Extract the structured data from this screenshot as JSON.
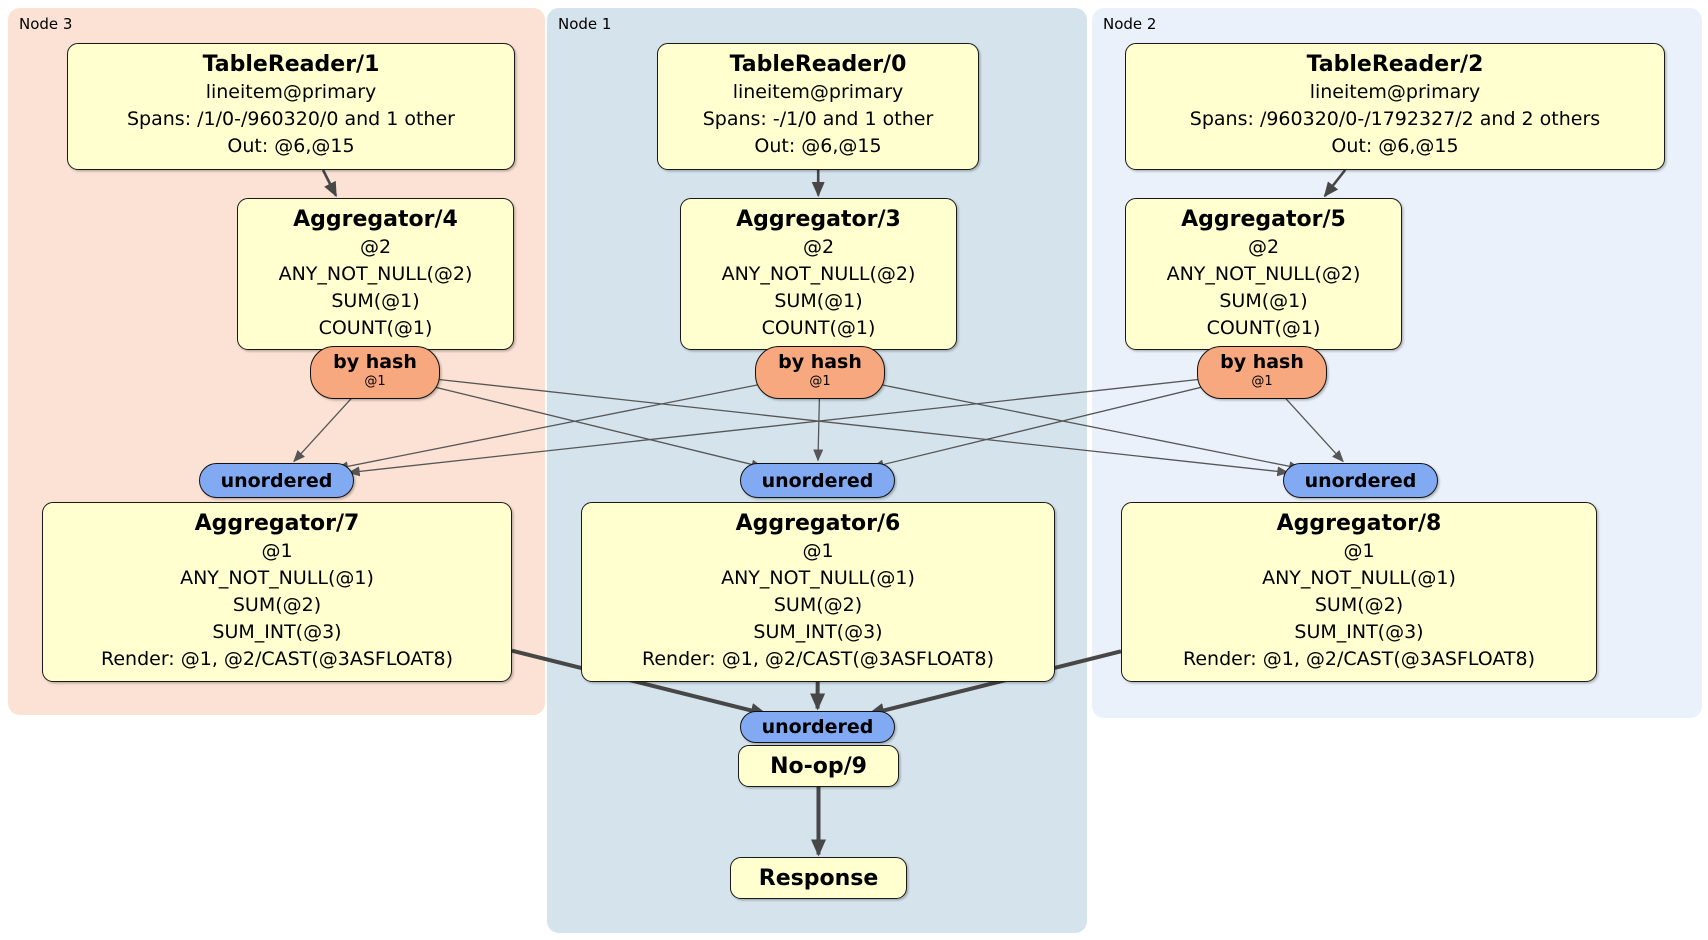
{
  "diagram": {
    "palette": {
      "processor_fill": "#ffffcf",
      "router_fill": "#f7a87e",
      "sync_fill": "#81aaf3",
      "region_node3_fill": "#fce2d4",
      "region_node1_fill": "#d5e3ec",
      "region_node2_fill": "#ebf1fa",
      "edge_color": "#474747"
    },
    "regions": [
      {
        "id": "node3",
        "label": "Node 3",
        "bg": "#fce2d4"
      },
      {
        "id": "node1",
        "label": "Node 1",
        "bg": "#d5e3ec"
      },
      {
        "id": "node2",
        "label": "Node 2",
        "bg": "#ebf1fa"
      }
    ],
    "processors": [
      {
        "id": "tr1",
        "region": "node3",
        "title": "TableReader/1",
        "lines": [
          "lineitem@primary",
          "Spans: /1/0-/960320/0 and 1 other",
          "Out: @6,@15"
        ]
      },
      {
        "id": "agg4",
        "region": "node3",
        "title": "Aggregator/4",
        "lines": [
          "@2",
          "ANY_NOT_NULL(@2)",
          "SUM(@1)",
          "COUNT(@1)"
        ]
      },
      {
        "id": "agg7",
        "region": "node3",
        "title": "Aggregator/7",
        "lines": [
          "@1",
          "ANY_NOT_NULL(@1)",
          "SUM(@2)",
          "SUM_INT(@3)",
          "Render: @1, @2/CAST(@3ASFLOAT8)"
        ]
      },
      {
        "id": "tr0",
        "region": "node1",
        "title": "TableReader/0",
        "lines": [
          "lineitem@primary",
          "Spans: -/1/0 and 1 other",
          "Out: @6,@15"
        ]
      },
      {
        "id": "agg3",
        "region": "node1",
        "title": "Aggregator/3",
        "lines": [
          "@2",
          "ANY_NOT_NULL(@2)",
          "SUM(@1)",
          "COUNT(@1)"
        ]
      },
      {
        "id": "agg6",
        "region": "node1",
        "title": "Aggregator/6",
        "lines": [
          "@1",
          "ANY_NOT_NULL(@1)",
          "SUM(@2)",
          "SUM_INT(@3)",
          "Render: @1, @2/CAST(@3ASFLOAT8)"
        ]
      },
      {
        "id": "noop9",
        "region": "node1",
        "title": "No-op/9",
        "lines": []
      },
      {
        "id": "response",
        "region": "node1",
        "title": "Response",
        "lines": []
      },
      {
        "id": "tr2",
        "region": "node2",
        "title": "TableReader/2",
        "lines": [
          "lineitem@primary",
          "Spans: /960320/0-/1792327/2 and 2 others",
          "Out: @6,@15"
        ]
      },
      {
        "id": "agg5",
        "region": "node2",
        "title": "Aggregator/5",
        "lines": [
          "@2",
          "ANY_NOT_NULL(@2)",
          "SUM(@1)",
          "COUNT(@1)"
        ]
      },
      {
        "id": "agg8",
        "region": "node2",
        "title": "Aggregator/8",
        "lines": [
          "@1",
          "ANY_NOT_NULL(@1)",
          "SUM(@2)",
          "SUM_INT(@3)",
          "Render: @1, @2/CAST(@3ASFLOAT8)"
        ]
      }
    ],
    "routers": [
      {
        "id": "h3",
        "label": "by hash",
        "sub": "@1"
      },
      {
        "id": "h1",
        "label": "by hash",
        "sub": "@1"
      },
      {
        "id": "h2",
        "label": "by hash",
        "sub": "@1"
      }
    ],
    "syncs": [
      {
        "id": "u3",
        "label": "unordered"
      },
      {
        "id": "u1",
        "label": "unordered"
      },
      {
        "id": "u2",
        "label": "unordered"
      },
      {
        "id": "ubot",
        "label": "unordered"
      }
    ],
    "edges": [
      {
        "from": "tr1",
        "to": "agg4",
        "style": "mid"
      },
      {
        "from": "tr0",
        "to": "agg3",
        "style": "mid"
      },
      {
        "from": "tr2",
        "to": "agg5",
        "style": "mid"
      },
      {
        "from": "h3",
        "to": "u3",
        "style": "thin"
      },
      {
        "from": "h3",
        "to": "u1",
        "style": "thin"
      },
      {
        "from": "h3",
        "to": "u2",
        "style": "thin"
      },
      {
        "from": "h1",
        "to": "u3",
        "style": "thin"
      },
      {
        "from": "h1",
        "to": "u1",
        "style": "thin"
      },
      {
        "from": "h1",
        "to": "u2",
        "style": "thin"
      },
      {
        "from": "h2",
        "to": "u3",
        "style": "thin"
      },
      {
        "from": "h2",
        "to": "u1",
        "style": "thin"
      },
      {
        "from": "h2",
        "to": "u2",
        "style": "thin"
      },
      {
        "from": "agg7",
        "to": "ubot",
        "style": "thick"
      },
      {
        "from": "agg6",
        "to": "ubot",
        "style": "thick"
      },
      {
        "from": "agg8",
        "to": "ubot",
        "style": "thick"
      },
      {
        "from": "noop9",
        "to": "response",
        "style": "thick"
      }
    ]
  }
}
